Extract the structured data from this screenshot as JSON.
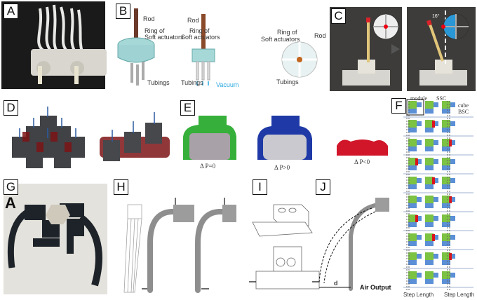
{
  "panels": {
    "A": {
      "label": "A"
    },
    "B": {
      "label": "B",
      "view1": {
        "rod": "Rod",
        "ring": "Ring of\nSoft actuators",
        "ring_line1": "Ring of",
        "ring_line2": "Soft actuators",
        "tubings": "Tubings"
      },
      "view2": {
        "rod": "Rod",
        "ring_line1": "Ring of",
        "ring_line2": "Soft actuators",
        "tubings": "Tubings",
        "vacuum": "Vacuum"
      },
      "view3": {
        "ring_line1": "Ring of",
        "ring_line2": "Soft actuators",
        "rod": "Rod",
        "tubings": "Tubings"
      }
    },
    "C": {
      "label": "C",
      "angle": "16°"
    },
    "D": {
      "label": "D"
    },
    "E": {
      "label": "E",
      "states": [
        "Δ P=0",
        "Δ P>0",
        "Δ P<0"
      ]
    },
    "F": {
      "label": "F",
      "module": "module",
      "ssc": "SSC",
      "cube": "cube",
      "bsc": "BSC",
      "step_left": "Step Length",
      "step_right": "Step Length"
    },
    "G": {
      "label": "G",
      "inner_label": "A"
    },
    "H": {
      "label": "H"
    },
    "I": {
      "label": "I"
    },
    "J": {
      "label": "J",
      "distance": "d",
      "air_output": "Air Output"
    }
  },
  "colors": {
    "green": "#7cc243",
    "blue": "#5b8fd6",
    "red": "#d9141c",
    "dark_blue": "#1f3aa6",
    "cyan": "#2aa7e0"
  }
}
